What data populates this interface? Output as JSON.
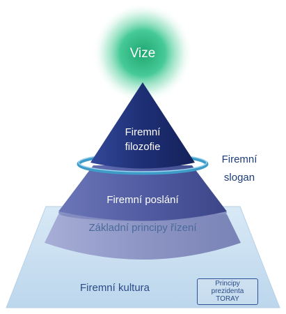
{
  "diagram": {
    "vision_label": "Vize",
    "philosophy_label_line1": "Firemní",
    "philosophy_label_line2": "filozofie",
    "slogan_label_line1": "Firemní",
    "slogan_label_line2": "slogan",
    "mission_label": "Firemní poslání",
    "principles_label": "Základní principy řízení",
    "culture_label": "Firemní kultura",
    "president_box_line1": "Principy",
    "president_box_line2": "prezidenta",
    "president_box_line3": "TORAY"
  },
  "colors": {
    "vision_glow": "#2fbf8a",
    "philosophy_tier": "#22367a",
    "mission_tier": "#5560a6",
    "principles_tier": "#8f97c6",
    "culture_base": "#cfe3f3",
    "slogan_ring": "#4aa6cf"
  }
}
